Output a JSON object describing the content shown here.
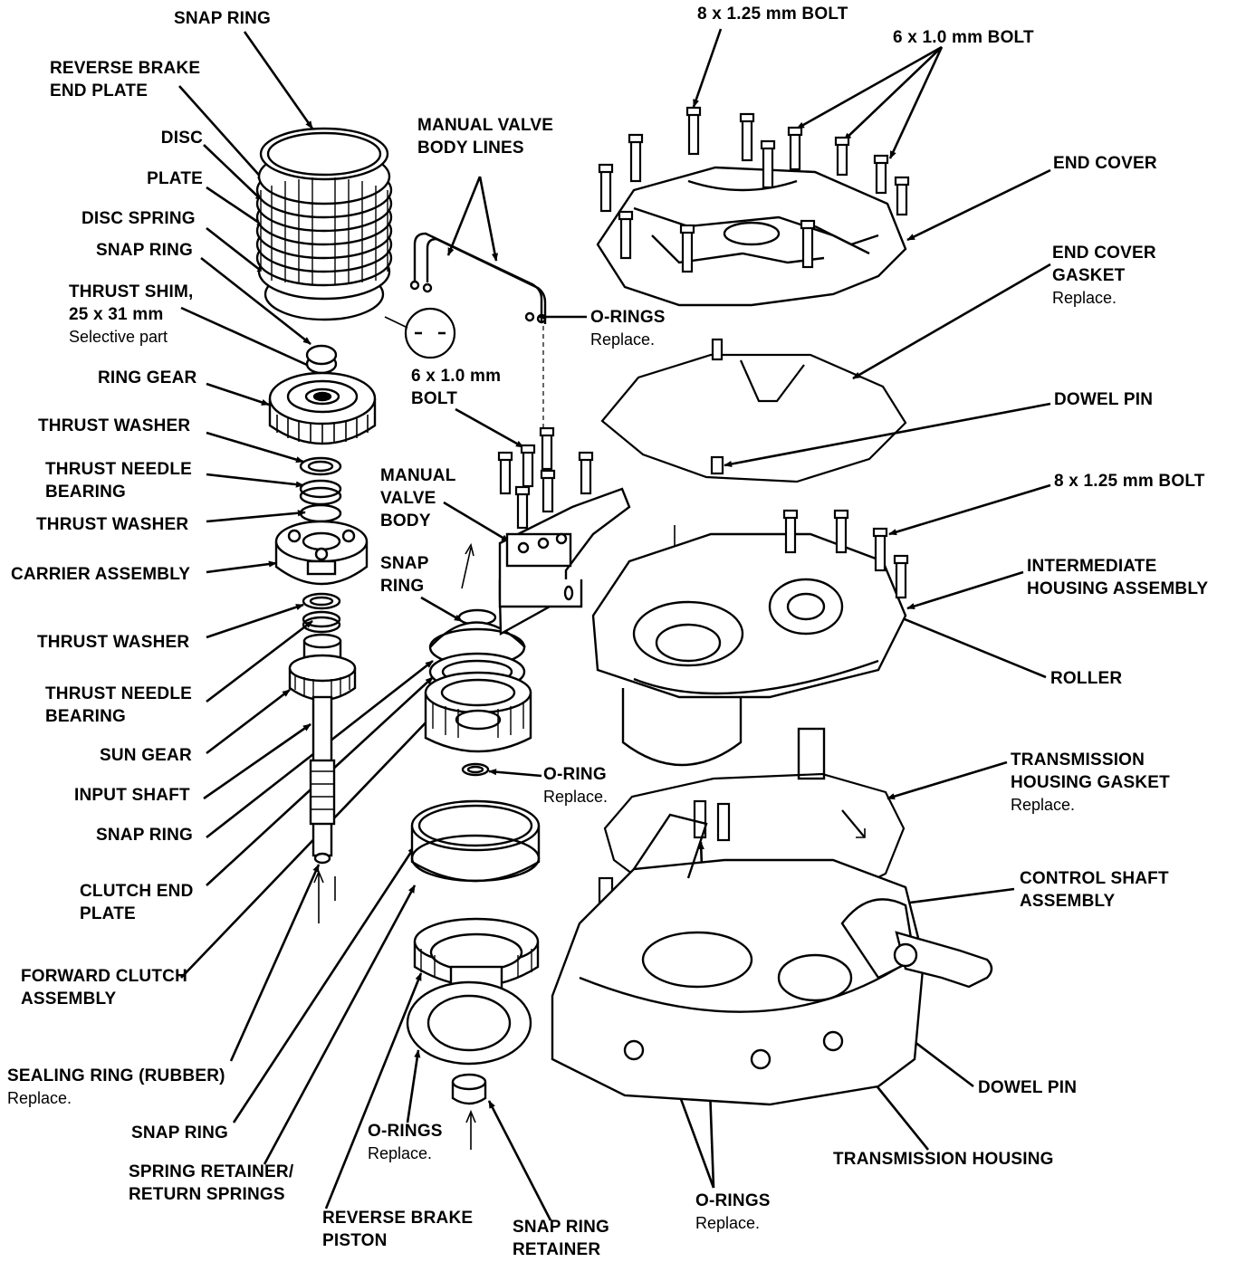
{
  "labels": {
    "snap_ring_top": "SNAP RING",
    "reverse_brake_end_plate": [
      "REVERSE BRAKE",
      "END PLATE"
    ],
    "disc": "DISC",
    "plate": "PLATE",
    "disc_spring": "DISC SPRING",
    "snap_ring_2": "SNAP RING",
    "thrust_shim": [
      "THRUST SHIM,",
      "25 x 31 mm"
    ],
    "thrust_shim_note": "Selective part",
    "ring_gear": "RING GEAR",
    "thrust_washer_1": "THRUST WASHER",
    "thrust_needle_bearing_1": [
      "THRUST NEEDLE",
      "BEARING"
    ],
    "thrust_washer_2": "THRUST WASHER",
    "carrier_assembly": "CARRIER ASSEMBLY",
    "thrust_washer_3": "THRUST WASHER",
    "thrust_needle_bearing_2": [
      "THRUST NEEDLE",
      "BEARING"
    ],
    "sun_gear": "SUN GEAR",
    "input_shaft": "INPUT SHAFT",
    "snap_ring_3": "SNAP RING",
    "clutch_end_plate": [
      "CLUTCH END",
      "PLATE"
    ],
    "forward_clutch_assembly": [
      "FORWARD CLUTCH",
      "ASSEMBLY"
    ],
    "sealing_ring": "SEALING RING (RUBBER)",
    "sealing_ring_note": "Replace.",
    "snap_ring_4": "SNAP RING",
    "spring_retainer": [
      "SPRING RETAINER/",
      "RETURN SPRINGS"
    ],
    "reverse_brake_piston": [
      "REVERSE BRAKE",
      "PISTON"
    ],
    "o_rings_mid": "O-RINGS",
    "o_rings_mid_note": "Replace.",
    "snap_ring_retainer": [
      "SNAP RING",
      "RETAINER"
    ],
    "manual_valve_body_lines": [
      "MANUAL VALVE",
      "BODY LINES"
    ],
    "o_rings_top": "O-RINGS",
    "o_rings_top_note": "Replace.",
    "bolt_6x1_mid": [
      "6 x 1.0 mm",
      "BOLT"
    ],
    "manual_valve_body": [
      "MANUAL",
      "VALVE",
      "BODY"
    ],
    "snap_ring_mid": [
      "SNAP",
      "RING"
    ],
    "o_ring_single": "O-RING",
    "o_ring_single_note": "Replace.",
    "bolt_8x125_top": "8 x 1.25 mm BOLT",
    "bolt_6x1_top": "6 x 1.0 mm BOLT",
    "end_cover": "END COVER",
    "end_cover_gasket": [
      "END COVER",
      "GASKET"
    ],
    "end_cover_gasket_note": "Replace.",
    "dowel_pin_top": "DOWEL PIN",
    "bolt_8x125_mid": "8 x 1.25 mm BOLT",
    "intermediate_housing": [
      "INTERMEDIATE",
      "HOUSING ASSEMBLY"
    ],
    "roller": "ROLLER",
    "transmission_housing_gasket": [
      "TRANSMISSION",
      "HOUSING GASKET"
    ],
    "transmission_housing_gasket_note": "Replace.",
    "control_shaft_assembly": [
      "CONTROL SHAFT",
      "ASSEMBLY"
    ],
    "dowel_pin_bottom": "DOWEL PIN",
    "transmission_housing": "TRANSMISSION HOUSING",
    "o_rings_bottom": "O-RINGS",
    "o_rings_bottom_note": "Replace."
  }
}
